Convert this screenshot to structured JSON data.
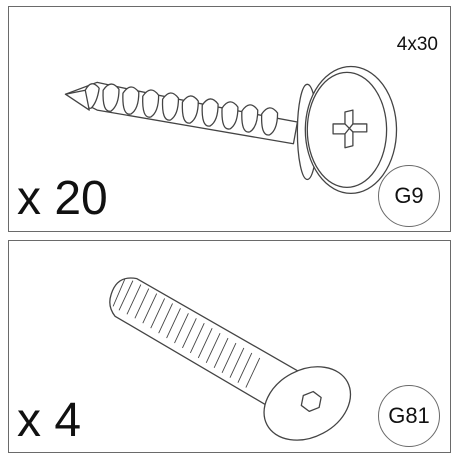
{
  "parts": [
    {
      "quantity": "x 20",
      "size": "4x30",
      "code": "G9",
      "icon": "pan-head-wood-screw-icon"
    },
    {
      "quantity": "x 4",
      "code": "G81",
      "icon": "hex-socket-bolt-icon"
    }
  ],
  "colors": {
    "line": "#6a6a6a",
    "ink": "#111111",
    "background": "#ffffff"
  }
}
